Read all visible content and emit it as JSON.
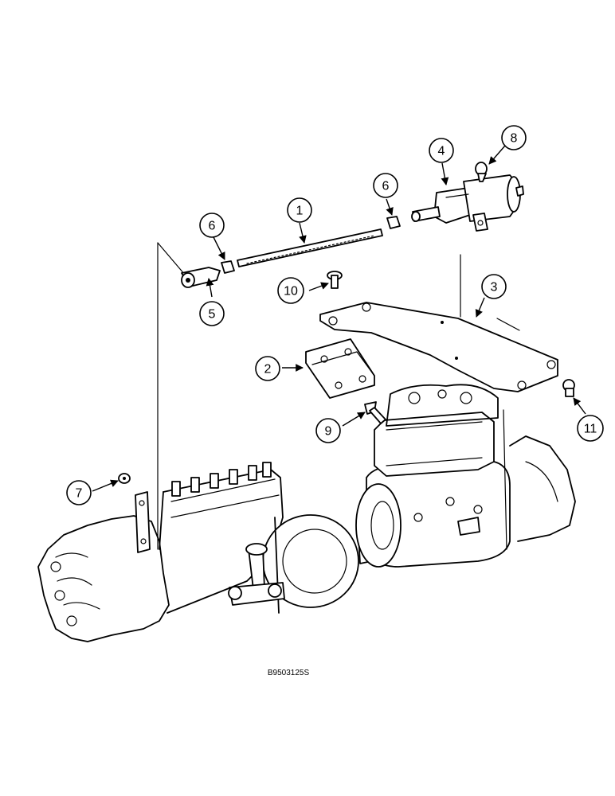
{
  "figure_code": "B9503125S",
  "callouts": [
    {
      "label": "1"
    },
    {
      "label": "2"
    },
    {
      "label": "3"
    },
    {
      "label": "4"
    },
    {
      "label": "5"
    },
    {
      "label": "6"
    },
    {
      "label": "6"
    },
    {
      "label": "7"
    },
    {
      "label": "8"
    },
    {
      "label": "9"
    },
    {
      "label": "10"
    },
    {
      "label": "11"
    }
  ]
}
